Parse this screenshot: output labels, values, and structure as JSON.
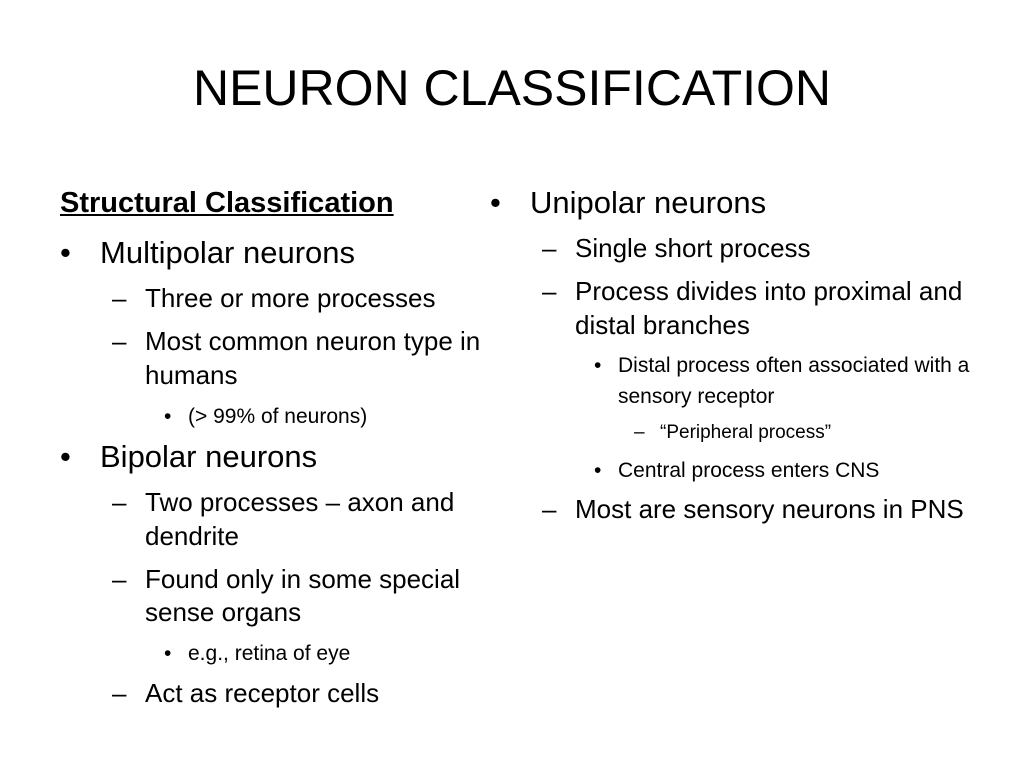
{
  "slide": {
    "title": "NEURON CLASSIFICATION",
    "left": {
      "heading": "Structural Classification",
      "items": [
        {
          "level": 1,
          "marker": "•",
          "text": "Multipolar neurons"
        },
        {
          "level": 2,
          "marker": "–",
          "text": "Three or more processes"
        },
        {
          "level": 2,
          "marker": "–",
          "text": "Most common neuron type in humans"
        },
        {
          "level": 3,
          "marker": "•",
          "text": "(> 99% of neurons)"
        },
        {
          "level": 1,
          "marker": "•",
          "text": "Bipolar neurons"
        },
        {
          "level": 2,
          "marker": "–",
          "text": "Two processes – axon and dendrite"
        },
        {
          "level": 2,
          "marker": "–",
          "text": "Found only in some special sense organs"
        },
        {
          "level": 3,
          "marker": "•",
          "text": "e.g., retina of eye"
        },
        {
          "level": 2,
          "marker": "–",
          "text": "Act as receptor cells"
        }
      ]
    },
    "right": {
      "items": [
        {
          "level": 1,
          "marker": "•",
          "text": "Unipolar neurons"
        },
        {
          "level": 2,
          "marker": "–",
          "text": "Single short process"
        },
        {
          "level": 2,
          "marker": "–",
          "text": "Process divides into proximal and distal branches"
        },
        {
          "level": 3,
          "marker": "•",
          "text": "Distal process often associated with a sensory receptor"
        },
        {
          "level": 4,
          "marker": "–",
          "text": "“Peripheral process”"
        },
        {
          "level": 3,
          "marker": "•",
          "text": "Central process enters CNS"
        },
        {
          "level": 2,
          "marker": "–",
          "text": "Most are sensory neurons in PNS"
        }
      ]
    }
  }
}
